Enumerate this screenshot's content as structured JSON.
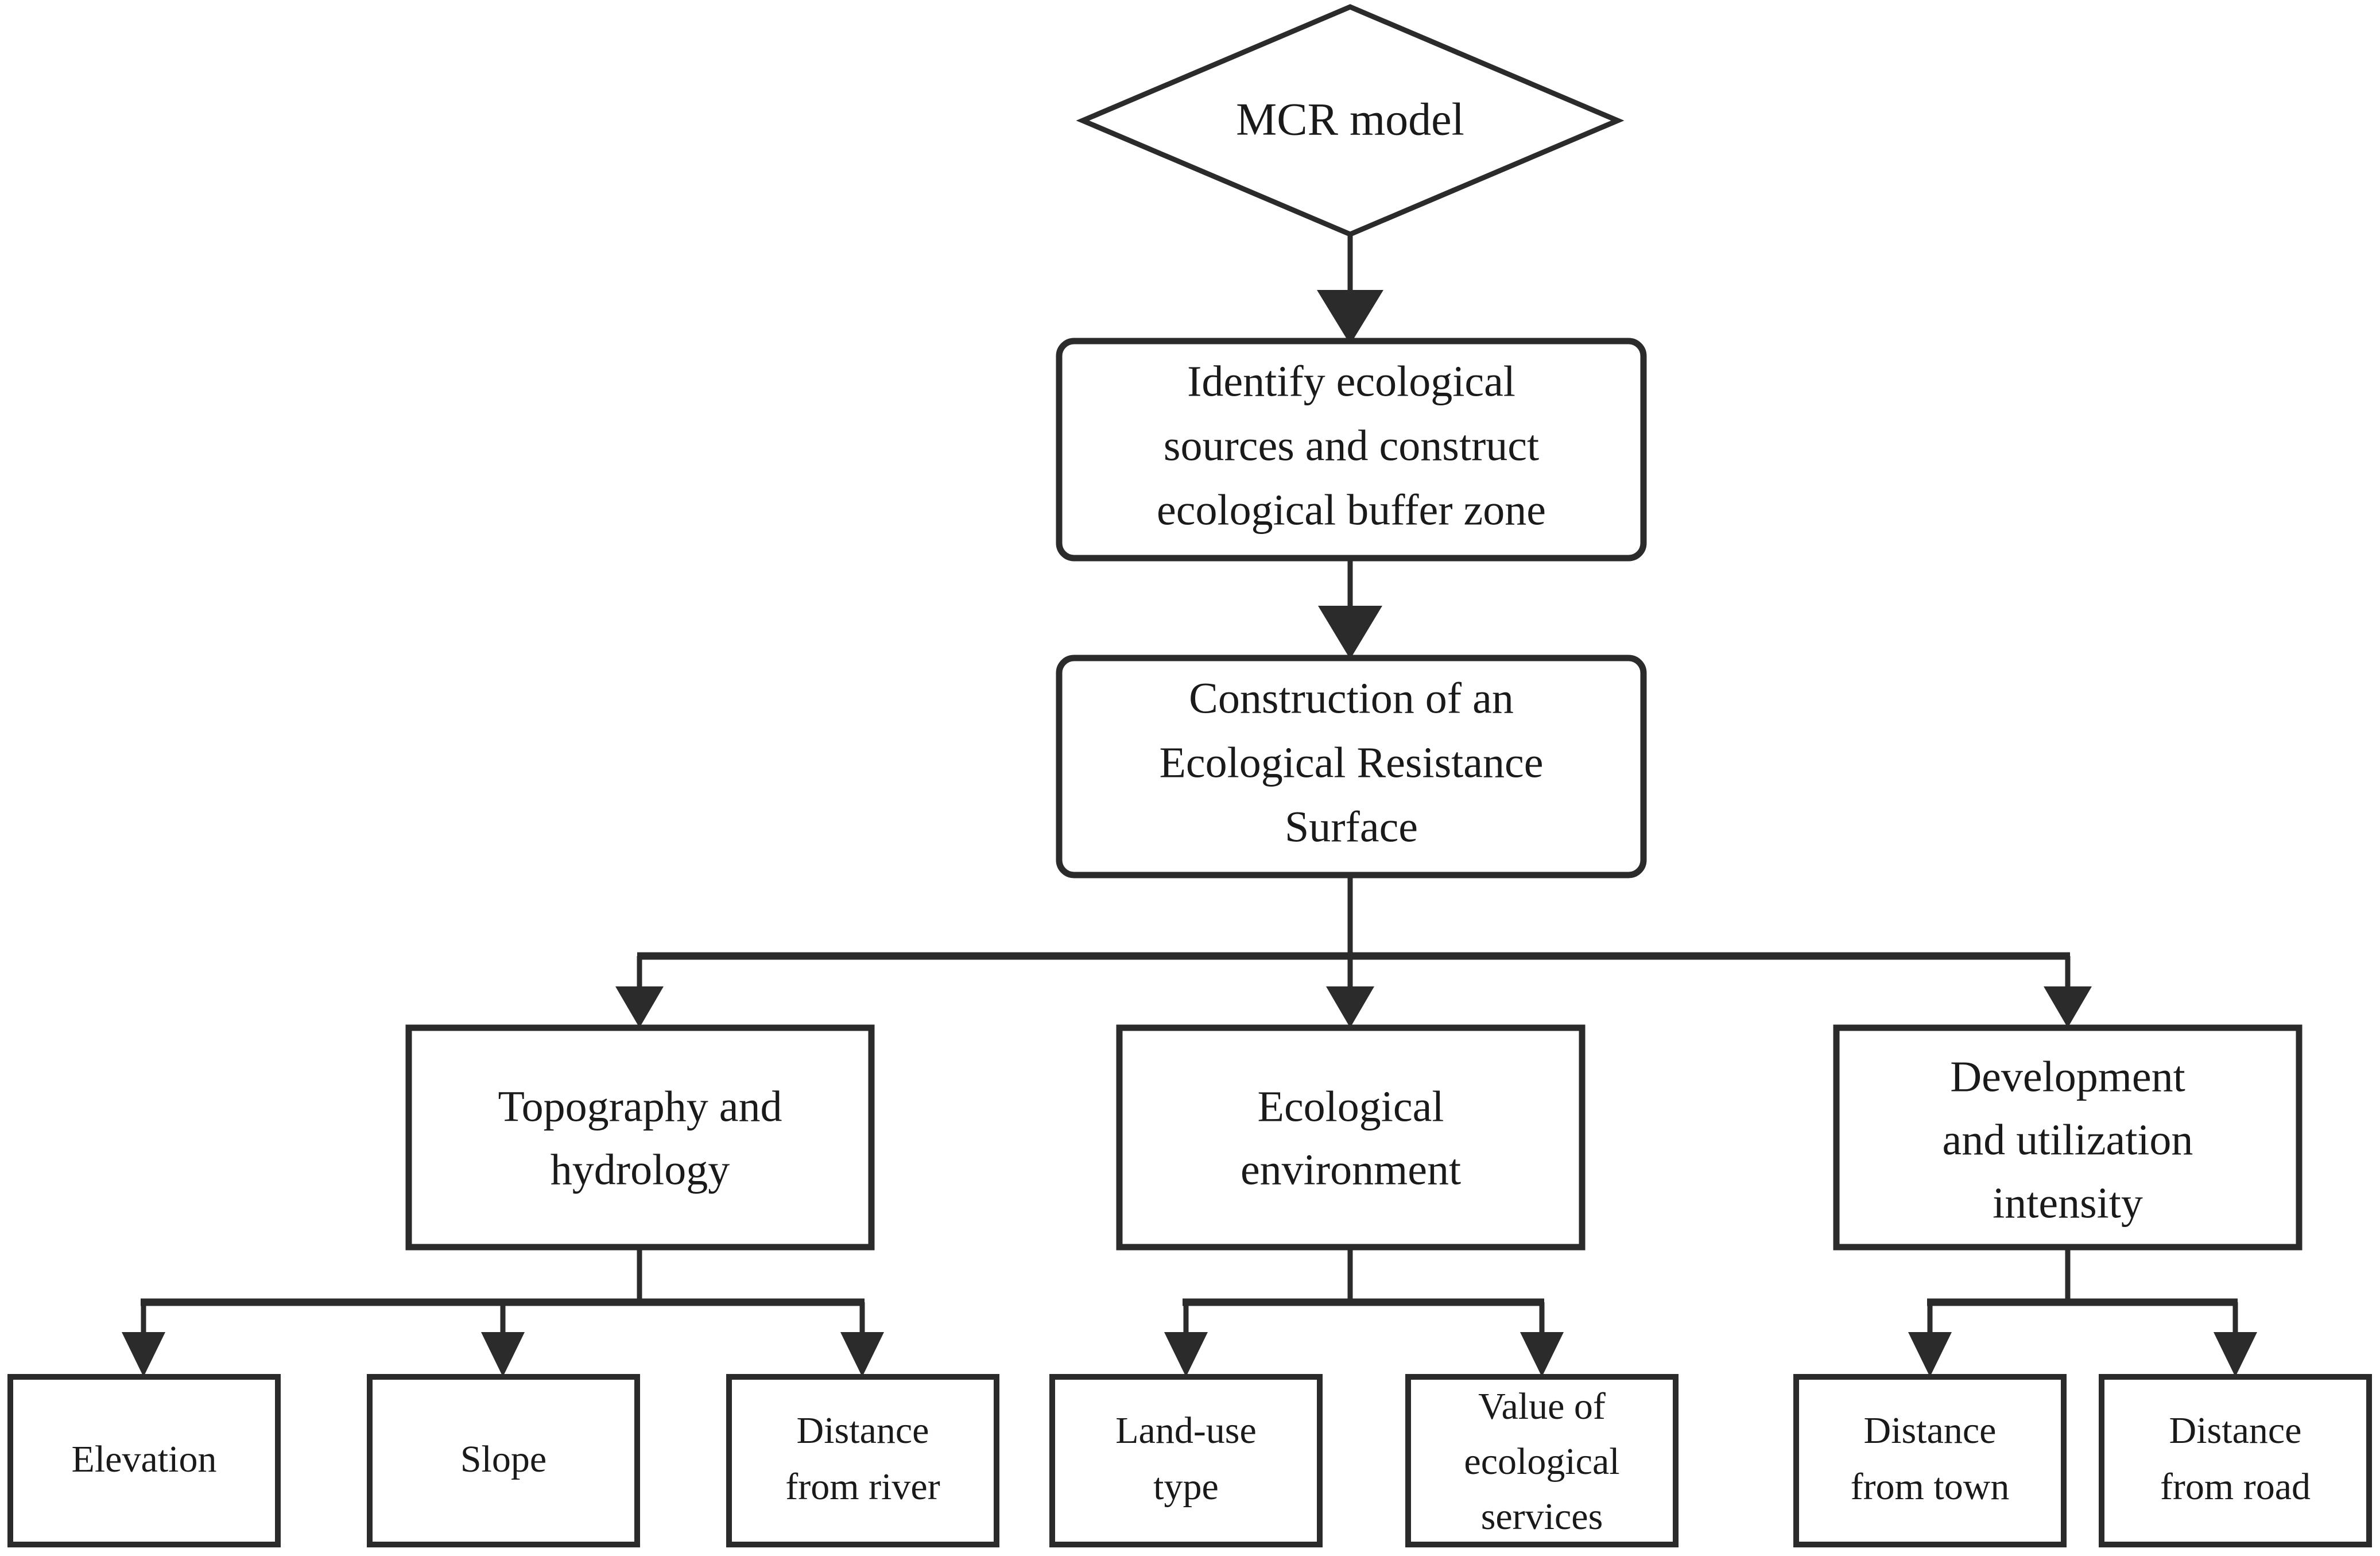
{
  "diagram": {
    "title_node": {
      "id": "mcr-model",
      "label": "MCR  model",
      "shape": "diamond"
    },
    "stages": [
      {
        "id": "identify-sources",
        "shape": "rounded-rect",
        "lines": [
          "Identify ecological",
          "sources and construct",
          "ecological buffer zone"
        ]
      },
      {
        "id": "resistance-surface",
        "shape": "rounded-rect",
        "lines": [
          "Construction of an",
          "Ecological Resistance",
          "Surface"
        ]
      }
    ],
    "categories": [
      {
        "id": "topography-hydrology",
        "shape": "rect",
        "lines": [
          "Topography and",
          "hydrology"
        ],
        "factors": [
          {
            "id": "elevation",
            "lines": [
              "Elevation"
            ]
          },
          {
            "id": "slope",
            "lines": [
              "Slope"
            ]
          },
          {
            "id": "distance-from-river",
            "lines": [
              "Distance",
              "from river"
            ]
          }
        ]
      },
      {
        "id": "ecological-environment",
        "shape": "rect",
        "lines": [
          "Ecological",
          "environment"
        ],
        "factors": [
          {
            "id": "land-use-type",
            "lines": [
              "Land-use",
              "type"
            ]
          },
          {
            "id": "value-of-ecological-services",
            "lines": [
              "Value of",
              "ecological",
              "services"
            ]
          }
        ]
      },
      {
        "id": "development-utilization-intensity",
        "shape": "rect",
        "lines": [
          "Development",
          "and utilization",
          "intensity"
        ],
        "factors": [
          {
            "id": "distance-from-town",
            "lines": [
              "Distance",
              "from town"
            ]
          },
          {
            "id": "distance-from-road",
            "lines": [
              "Distance",
              "from road"
            ]
          }
        ]
      }
    ],
    "colors": {
      "stroke": "#2b2b2b",
      "fill": "#ffffff",
      "text": "#1a1a1a",
      "background": "#ffffff"
    },
    "connector_style": "orthogonal-with-arrowheads"
  }
}
